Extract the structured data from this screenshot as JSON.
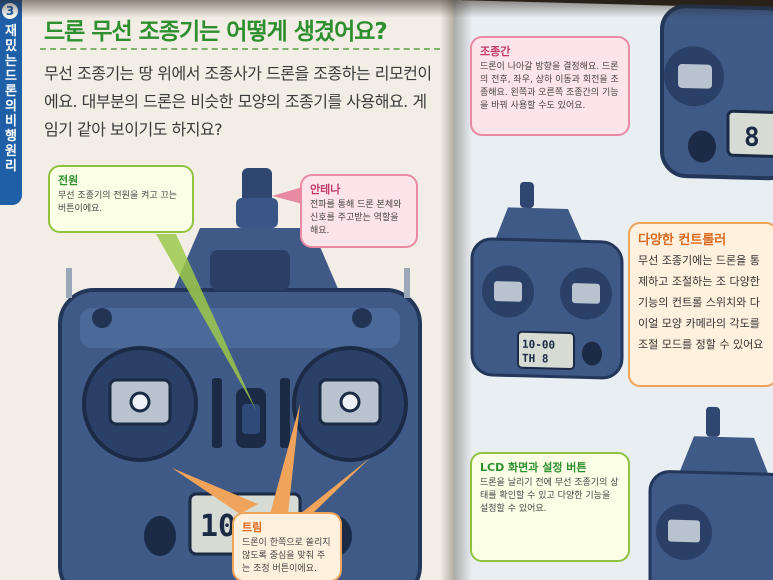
{
  "tab": {
    "number": "3",
    "text": "재밌는 드론의 비행 원리"
  },
  "title": "드론 무선 조종기는 어떻게 생겼어요?",
  "intro": "무선 조종기는 땅 위에서 조종사가 드론을 조종하는 리모컨이에요. 대부분의 드론은 비슷한 모양의 조종기를 사용해요. 게임기 같아 보이기도 하지요?",
  "callouts": {
    "power": {
      "title": "전원",
      "text": "무선 조종기의 전원을 켜고 끄는 버튼이에요."
    },
    "antenna": {
      "title": "안테나",
      "text": "전파를 통해 드론 본체와 신호를 주고받는 역할을 해요."
    },
    "trim": {
      "title": "트림",
      "text": "드론이 한쪽으로 쏠리지 않도록 중심을 맞춰 주는 조정 버튼이에요."
    },
    "stick": {
      "title": "조종간",
      "text": "드론이 나아갈 방향을 결정해요. 드론의 전후, 좌우, 상하 이동과 회전을 조종해요. 왼쪽과 오른쪽 조종간의 기능을 바꿔 사용할 수도 있어요."
    },
    "multi": {
      "title": "다양한 컨트롤러",
      "text": "무선 조종기에는 드론을 통제하고 조절하는 조 다양한 기능의 컨트롤 스위치와 다이얼 모양 카메라의 각도를 조절 모드를 정할 수 있어요"
    },
    "lcd": {
      "title": "LCD 화면과 설정 버튼",
      "text": "드론을 날리기 전에 무선 조종기의 상태를 확인할 수 있고 다양한 기능을 설정할 수 있어요."
    }
  },
  "lcd_readouts": {
    "main_left": "10",
    "main_right": "8",
    "small_top": "10-00",
    "small_bottom": "TH 8",
    "top_right": "8"
  },
  "colors": {
    "green": "#2e8f2e",
    "blue": "#1f5fa8",
    "controller": "#3f5a86",
    "pink": "#e98aa3",
    "orange": "#f0a35a"
  }
}
